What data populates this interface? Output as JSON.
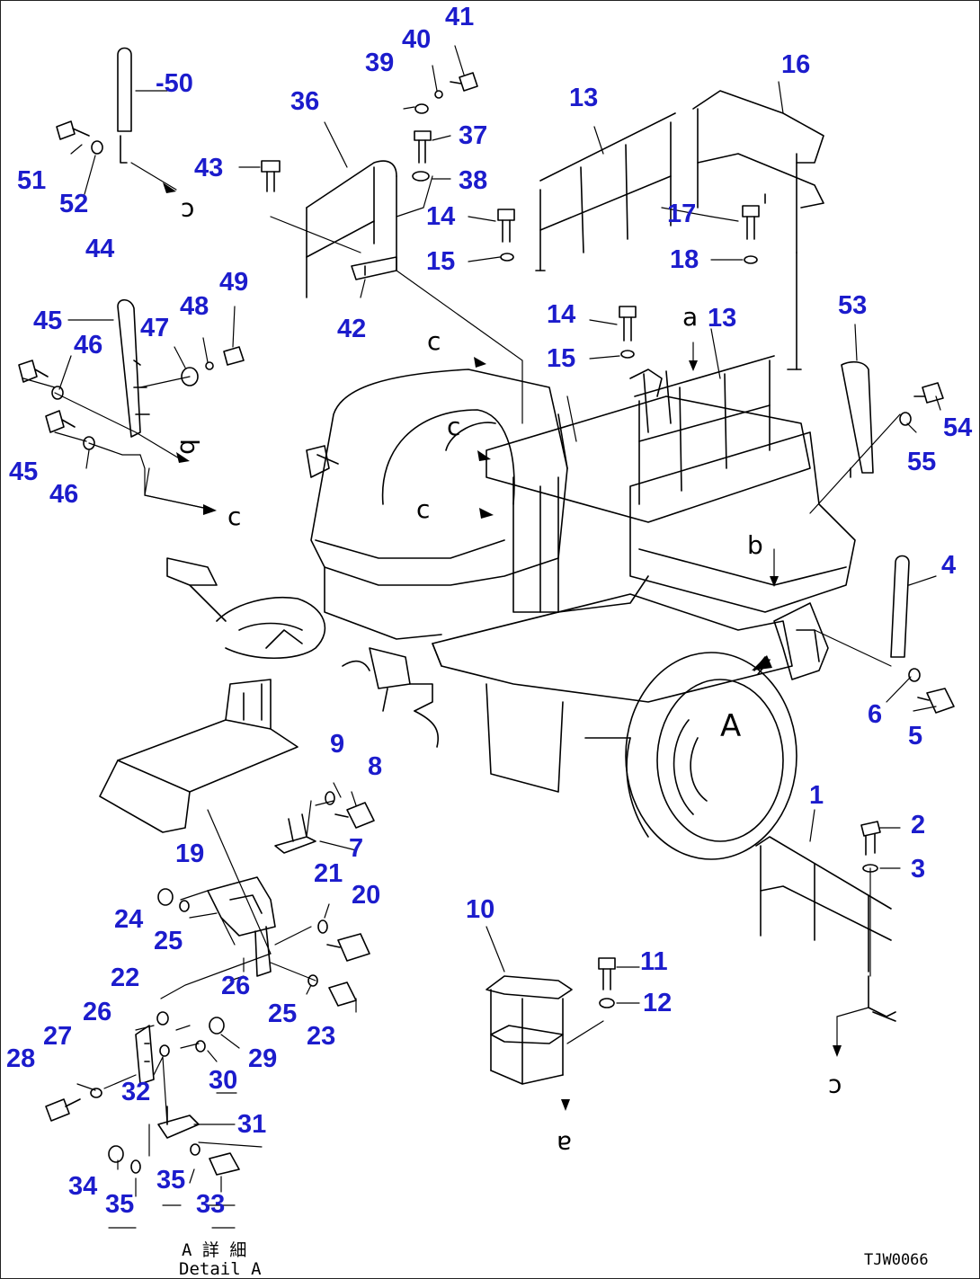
{
  "colors": {
    "callout": "#1c1ccc",
    "line": "#000000",
    "background": "#ffffff"
  },
  "callouts": [
    {
      "label": "1"
    },
    {
      "label": "2"
    },
    {
      "label": "3"
    },
    {
      "label": "4"
    },
    {
      "label": "5"
    },
    {
      "label": "6"
    },
    {
      "label": "7"
    },
    {
      "label": "8"
    },
    {
      "label": "9"
    },
    {
      "label": "10"
    },
    {
      "label": "11"
    },
    {
      "label": "12"
    },
    {
      "label": "13"
    },
    {
      "label": "13"
    },
    {
      "label": "14"
    },
    {
      "label": "14"
    },
    {
      "label": "15"
    },
    {
      "label": "15"
    },
    {
      "label": "16"
    },
    {
      "label": "17"
    },
    {
      "label": "18"
    },
    {
      "label": "19"
    },
    {
      "label": "20"
    },
    {
      "label": "21"
    },
    {
      "label": "22"
    },
    {
      "label": "23"
    },
    {
      "label": "24"
    },
    {
      "label": "25"
    },
    {
      "label": "25"
    },
    {
      "label": "26"
    },
    {
      "label": "26"
    },
    {
      "label": "27"
    },
    {
      "label": "28"
    },
    {
      "label": "29"
    },
    {
      "label": "30"
    },
    {
      "label": "31"
    },
    {
      "label": "32"
    },
    {
      "label": "33"
    },
    {
      "label": "34"
    },
    {
      "label": "35"
    },
    {
      "label": "35"
    },
    {
      "label": "36"
    },
    {
      "label": "37"
    },
    {
      "label": "38"
    },
    {
      "label": "39"
    },
    {
      "label": "40"
    },
    {
      "label": "41"
    },
    {
      "label": "42"
    },
    {
      "label": "43"
    },
    {
      "label": "44"
    },
    {
      "label": "45"
    },
    {
      "label": "45"
    },
    {
      "label": "46"
    },
    {
      "label": "46"
    },
    {
      "label": "47"
    },
    {
      "label": "48"
    },
    {
      "label": "49"
    },
    {
      "label": "50"
    },
    {
      "label": "51"
    },
    {
      "label": "52"
    },
    {
      "label": "53"
    },
    {
      "label": "54"
    },
    {
      "label": "55"
    }
  ],
  "leader_50": "-",
  "reference_letters": [
    {
      "text": "A"
    },
    {
      "text": "a"
    },
    {
      "text": "a"
    },
    {
      "text": "b"
    },
    {
      "text": "b"
    },
    {
      "text": "c"
    },
    {
      "text": "c"
    },
    {
      "text": "c"
    },
    {
      "text": "c"
    },
    {
      "text": "c"
    },
    {
      "text": "c"
    }
  ],
  "detail_caption": {
    "japanese": "A 詳 細",
    "english": "Detail A"
  },
  "drawing_number": "TJW0066"
}
